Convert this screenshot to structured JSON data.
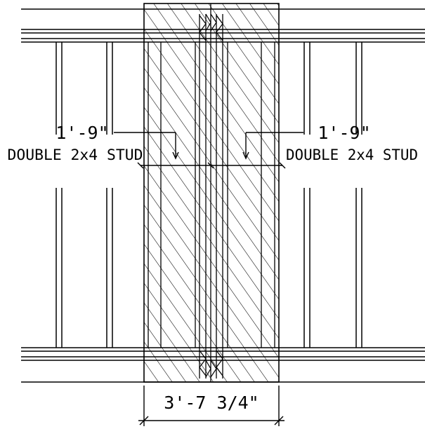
{
  "colors": {
    "line": "#000000",
    "background": "#ffffff"
  },
  "labels": {
    "left_dimension": "1'-9\"",
    "left_note": "DOUBLE 2x4 STUD",
    "right_dimension": "1'-9\"",
    "right_note": "DOUBLE 2x4 STUD",
    "bottom_dimension": "3'-7 3/4\""
  }
}
